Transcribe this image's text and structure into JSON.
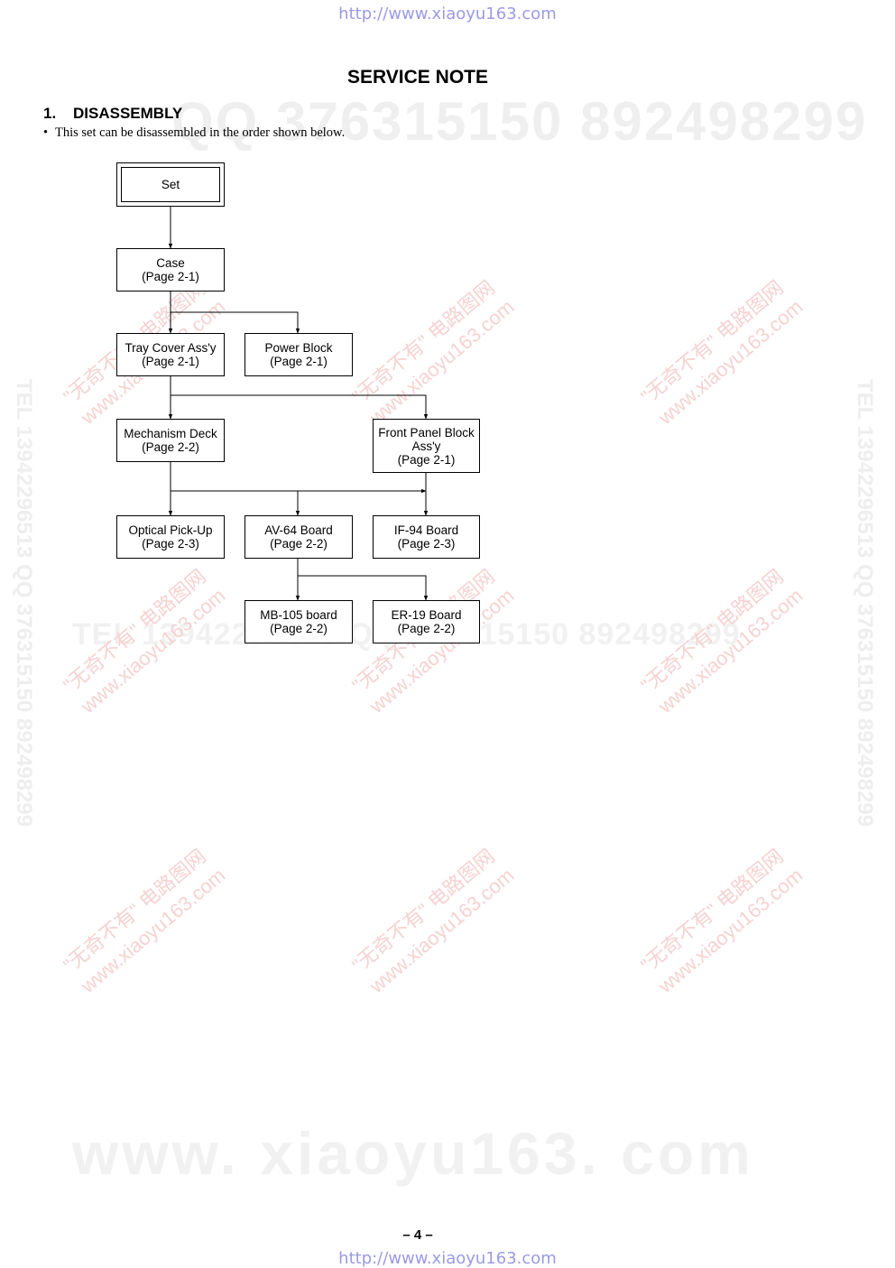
{
  "header_url": "http://www.xiaoyu163.com",
  "footer_url": "http://www.xiaoyu163.com",
  "watermarks": {
    "qq": "QQ 376315150   892498299",
    "tel": "TEL 13942296513   QQ 376315150   892498299",
    "site": "www. xiaoyu163. com",
    "vertical": "TEL 13942296513  QQ 376315150  892498299",
    "stamp_line1": "\"无奇不有\" 电路图网",
    "stamp_line2": "www.xiaoyu163.com"
  },
  "title": "SERVICE NOTE",
  "section": {
    "number": "1.",
    "title": "DISASSEMBLY"
  },
  "bullet": {
    "marker": "•",
    "text": "This set can be disassembled in the order shown below."
  },
  "flowchart": {
    "set": "Set",
    "case": {
      "name": "Case",
      "page": "(Page 2-1)"
    },
    "tray_cover": {
      "name": "Tray Cover Ass'y",
      "page": "(Page 2-1)"
    },
    "power_block": {
      "name": "Power Block",
      "page": "(Page 2-1)"
    },
    "mechanism_deck": {
      "name": "Mechanism Deck",
      "page": "(Page 2-2)"
    },
    "front_panel": {
      "name": "Front Panel Block",
      "name2": "Ass'y",
      "page": "(Page 2-1)"
    },
    "optical_pickup": {
      "name": "Optical Pick-Up",
      "page": "(Page 2-3)"
    },
    "av64": {
      "name": "AV-64 Board",
      "page": "(Page 2-2)"
    },
    "if94": {
      "name": "IF-94 Board",
      "page": "(Page 2-3)"
    },
    "mb105": {
      "name": "MB-105 board",
      "page": "(Page 2-2)"
    },
    "er19": {
      "name": "ER-19 Board",
      "page": "(Page 2-2)"
    }
  },
  "page_number": "– 4 –"
}
